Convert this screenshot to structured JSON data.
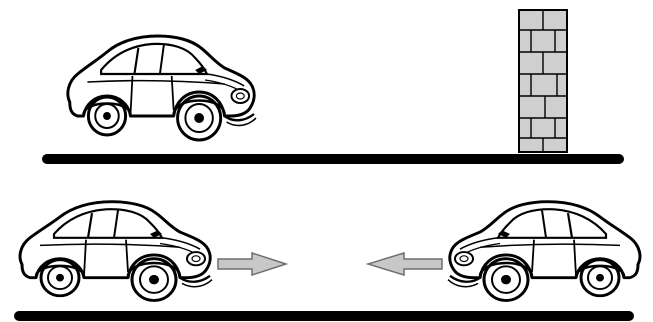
{
  "colors": {
    "background": "#ffffff",
    "ink": "#000000",
    "wall_fill": "#cfcfcf",
    "arrow_fill": "#c8c8c8",
    "arrow_stroke": "#6e6e6e"
  },
  "scene": {
    "top_panel": {
      "car": {
        "icon": "sports-car-icon",
        "facing": "right"
      },
      "obstacle": {
        "icon": "brick-wall-icon"
      },
      "ground": {
        "icon": "road-line"
      }
    },
    "bottom_panel": {
      "left_car": {
        "icon": "sports-car-icon",
        "facing": "right",
        "motion_arrow": "right-arrow-icon"
      },
      "right_car": {
        "icon": "sports-car-icon",
        "facing": "left",
        "motion_arrow": "left-arrow-icon"
      },
      "ground": {
        "icon": "road-line"
      }
    }
  }
}
